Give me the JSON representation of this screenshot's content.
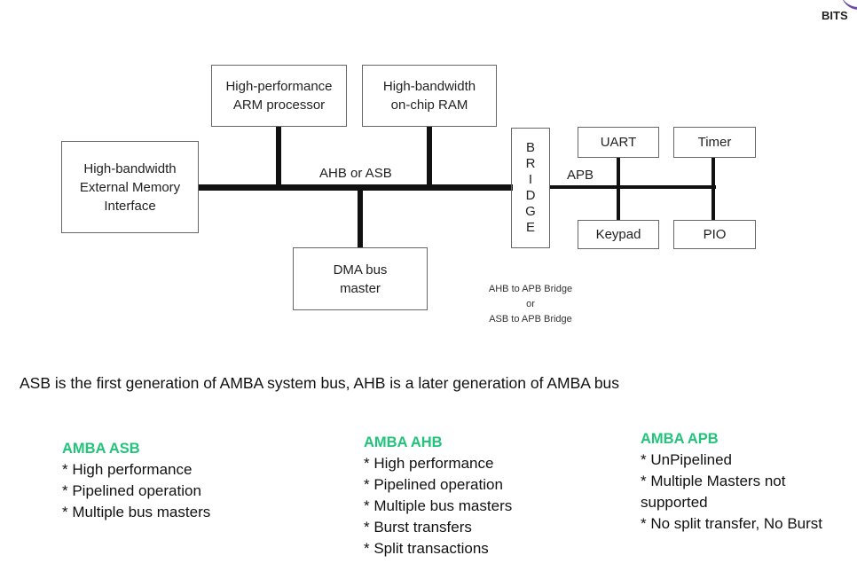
{
  "logo": {
    "text": "BITS"
  },
  "diagram": {
    "cpu": "High-performance\nARM processor",
    "ram": "High-bandwidth\non-chip RAM",
    "ext_mem": "High-bandwidth\nExternal Memory\nInterface",
    "dma": "DMA bus\nmaster",
    "main_bus_label": "AHB or ASB",
    "bridge_letters": [
      "B",
      "R",
      "I",
      "D",
      "G",
      "E"
    ],
    "apb_label": "APB",
    "uart": "UART",
    "timer": "Timer",
    "keypad": "Keypad",
    "pio": "PIO",
    "bridge_note": [
      "AHB to APB Bridge",
      "or",
      "ASB to APB Bridge"
    ]
  },
  "statement": "ASB is the first generation of AMBA system bus, AHB is a later generation of AMBA bus",
  "columns": [
    {
      "title": "AMBA ASB",
      "items": [
        "* High  performance",
        "* Pipelined operation",
        "* Multiple bus masters"
      ]
    },
    {
      "title": "AMBA AHB",
      "items": [
        "* High  performance",
        "* Pipelined operation",
        "* Multiple bus masters",
        "* Burst transfers",
        "* Split transactions"
      ]
    },
    {
      "title": "AMBA APB",
      "items": [
        "* UnPipelined",
        "* Multiple Masters not supported",
        "* No split transfer, No Burst"
      ]
    }
  ],
  "colors": {
    "heading": "#22c47a",
    "bus": "#111111",
    "box_border": "#666666"
  }
}
